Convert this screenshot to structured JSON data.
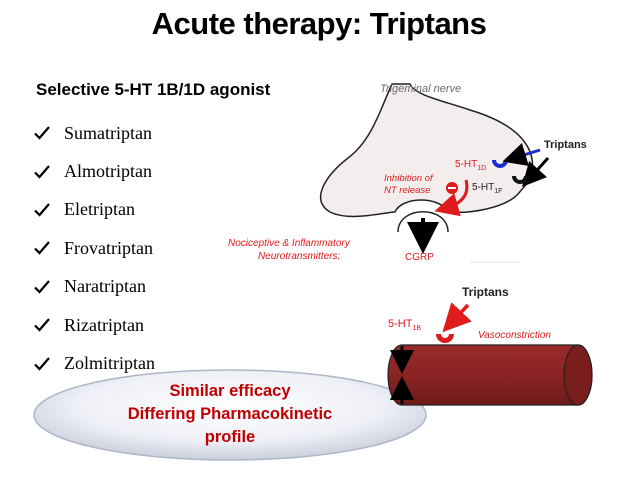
{
  "slide": {
    "title": "Acute therapy: Triptans",
    "subtitle": "Selective 5-HT 1B/1D agonist",
    "drugs": [
      "Sumatriptan",
      "Almotriptan",
      "Eletriptan",
      "Frovatriptan",
      "Naratriptan",
      "Rizatriptan",
      "Zolmitriptan"
    ],
    "callout": {
      "line1": "Similar efficacy",
      "line2": "Differing Pharmacokinetic",
      "line3": "profile"
    }
  },
  "diagram": {
    "trigeminal_label": "Trigeminal nerve",
    "triptans_top": "Triptans",
    "receptor_1d": "5-HT",
    "receptor_1d_sub": "1D",
    "receptor_1f": "5-HT",
    "receptor_1f_sub": "1F",
    "inhibition_line1": "Inhibition of",
    "inhibition_line2": "NT release",
    "nociceptive_line1": "Nociceptive & Inflammatory",
    "nociceptive_line2": "Neurotransmitters:",
    "cgrp": "CGRP",
    "triptans_bottom": "Triptans",
    "receptor_1b": "5-HT",
    "receptor_1b_sub": "1B",
    "vasoconstriction": "Vasoconstriction"
  },
  "colors": {
    "title_text": "#000000",
    "callout_text": "#c00000",
    "nerve_fill": "#f4eded",
    "vessel_fill": "#8b2323",
    "receptor_red": "#e01b1b",
    "receptor_blue": "#1a2ccf",
    "label_grey": "#6b6b6b"
  }
}
